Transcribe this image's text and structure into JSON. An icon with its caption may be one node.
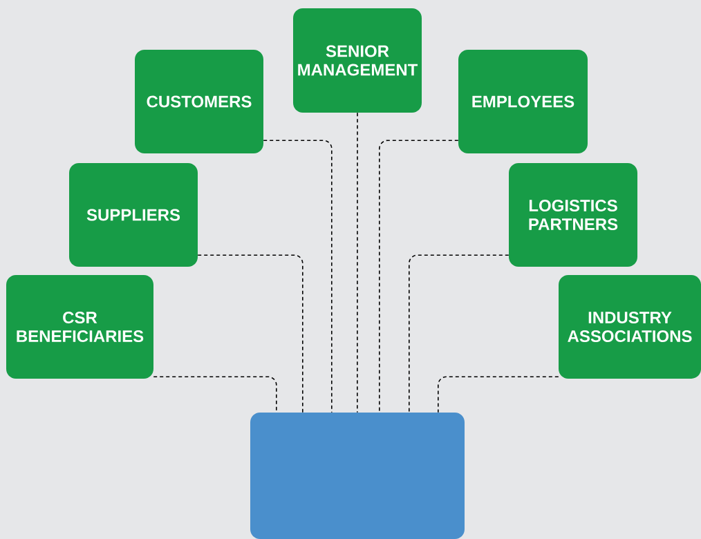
{
  "diagram": {
    "nodes": [
      {
        "text": [
          "SENIOR MANAGEMENT"
        ]
      },
      {
        "text": [
          "CUSTOMERS"
        ]
      },
      {
        "text": [
          "EMPLOYEES"
        ]
      },
      {
        "text": [
          "SUPPLIERS"
        ]
      },
      {
        "text": [
          "LOGISTICS PARTNERS"
        ]
      },
      {
        "text": [
          "CSR BENEFICIARIES"
        ]
      },
      {
        "text": [
          "INDUSTRY ASSOCIATIONS"
        ]
      },
      {
        "text": [],
        "shape": "box"
      }
    ],
    "edges": [
      {
        "from": 0,
        "to": 7,
        "arrow": "none",
        "style": "dashed"
      },
      {
        "from": 1,
        "to": 7,
        "arrow": "none",
        "style": "dashed"
      },
      {
        "from": 2,
        "to": 7,
        "arrow": "none",
        "style": "dashed"
      },
      {
        "from": 3,
        "to": 7,
        "arrow": "none",
        "style": "dashed"
      },
      {
        "from": 4,
        "to": 7,
        "arrow": "none",
        "style": "dashed"
      },
      {
        "from": 5,
        "to": 7,
        "arrow": "none",
        "style": "dashed"
      },
      {
        "from": 6,
        "to": 7,
        "arrow": "none",
        "style": "dashed"
      }
    ]
  }
}
